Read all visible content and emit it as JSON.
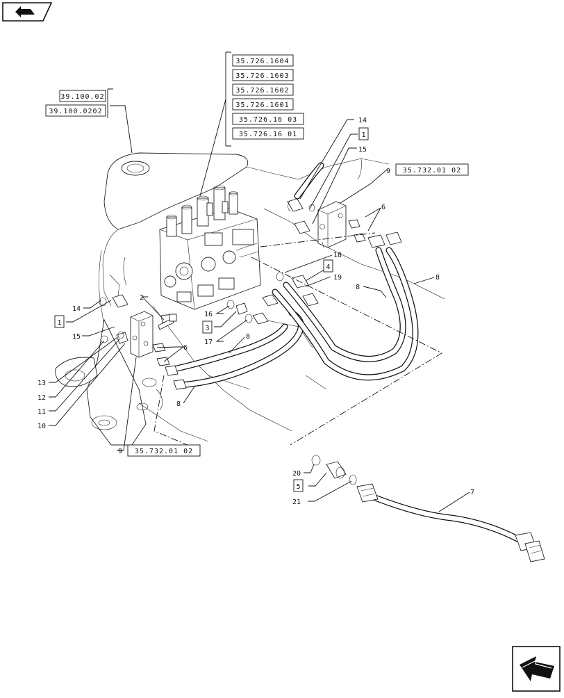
{
  "nav": {
    "back_icon": "back-arrow-icon",
    "next_icon": "next-page-arrow-icon"
  },
  "refs": {
    "r1604": "35.726.1604",
    "r1603": "35.726.1603",
    "r1602": "35.726.1602",
    "r1601": "35.726.1601",
    "r1603b": "35.726.16 03",
    "r1601b": "35.726.16 01",
    "r39a": "39.100.02",
    "r39b": "39.100.0202",
    "r732a": "35.732.01 02",
    "r732b": "35.732.01 02"
  },
  "callouts": {
    "c14a": "14",
    "c1a": "1",
    "c15a": "15",
    "c9a": "9",
    "c6a": "6",
    "c18": "18",
    "c4": "4",
    "c19": "19",
    "c8a": "8",
    "c8b": "8",
    "c2": "2",
    "c14b": "14",
    "c1b": "1",
    "c15b": "15",
    "c16": "16",
    "c3": "3",
    "c17": "17",
    "c8c": "8",
    "c6b": "6",
    "c13": "13",
    "c12": "12",
    "c11": "11",
    "c10": "10",
    "c8d": "8",
    "c9b": "9",
    "c20": "20",
    "c5": "5",
    "c21": "21",
    "c7": "7"
  }
}
